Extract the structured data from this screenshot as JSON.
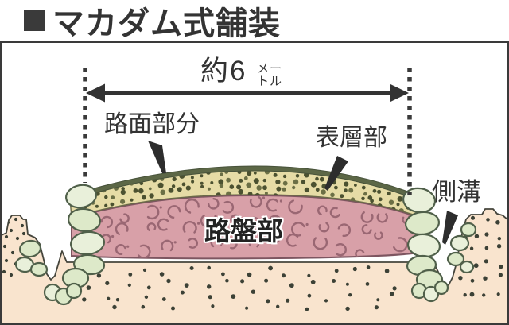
{
  "title": {
    "bullet_square": "■",
    "text": "マカダム式舗装"
  },
  "diagram": {
    "dimension": {
      "main": "約6",
      "unit_line1": "メー",
      "unit_line2": "トル"
    },
    "labels": {
      "road_surface": "路面部分",
      "surface_layer": "表層部",
      "roadbed": "路盤部",
      "gutter": "側溝"
    }
  },
  "theme": {
    "ink": "#3a3a3a",
    "ground": "#f9e4ce",
    "ground_line": "#45453c",
    "ground_dot": "#3c4136",
    "roadbed_pink": "#d8a0a8",
    "roadbed_stone": "#9a6773",
    "roadbed_edge": "#7d5560",
    "surface_tan": "#e6dca6",
    "surface_dot": "#4b5130",
    "top_band": "#5c6746",
    "stone_fill": "#dde9c9",
    "stone_fill_alt": "#e9f0da",
    "stone_edge": "#50604a"
  }
}
